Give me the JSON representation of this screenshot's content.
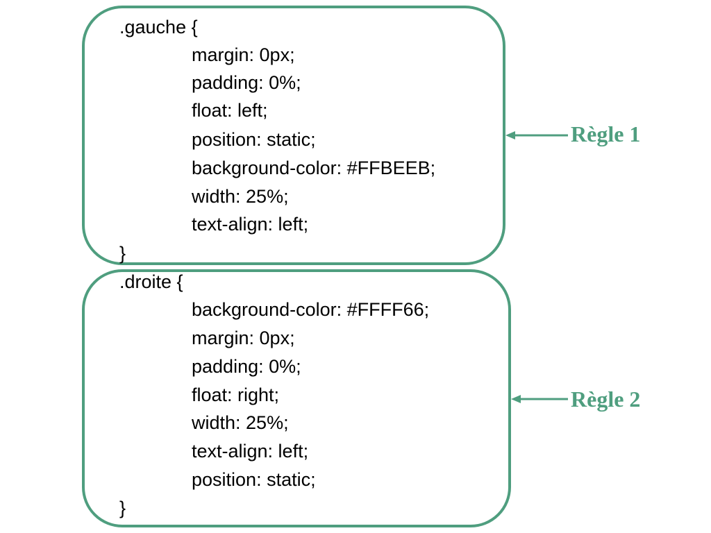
{
  "colors": {
    "accent": "#4f9e7f",
    "text": "#000000"
  },
  "rules": [
    {
      "selector_open": ".gauche {",
      "declarations": [
        "margin: 0px;",
        "padding: 0%;",
        "float: left;",
        "position: static;",
        "background-color: #FFBEEB;",
        "width: 25%;",
        "text-align: left;"
      ],
      "close": "}",
      "label": "Règle 1"
    },
    {
      "selector_open": ".droite {",
      "declarations": [
        "background-color: #FFFF66;",
        "margin: 0px;",
        "padding: 0%;",
        "float: right;",
        "width: 25%;",
        "text-align: left;",
        "position: static;"
      ],
      "close": "}",
      "label": "Règle 2"
    }
  ]
}
